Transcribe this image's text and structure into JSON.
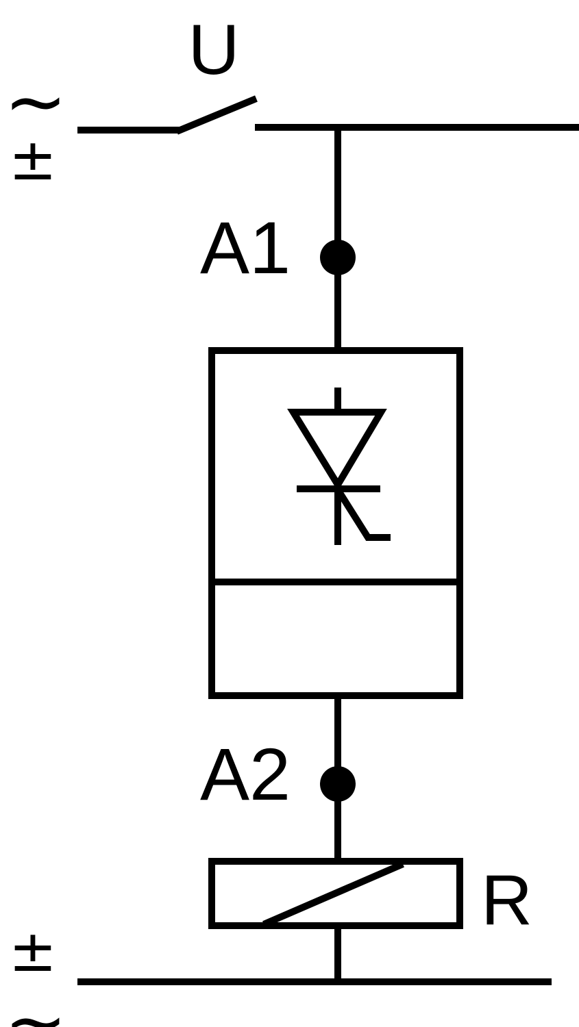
{
  "labels": {
    "switch": "U",
    "terminal_top": "A1",
    "terminal_bottom": "A2",
    "relay": "R",
    "supply_top_ac": "~",
    "supply_top_dc": "±",
    "supply_bottom_dc": "±",
    "supply_bottom_ac": "~"
  },
  "colors": {
    "line": "#000000",
    "background": "#ffffff"
  }
}
